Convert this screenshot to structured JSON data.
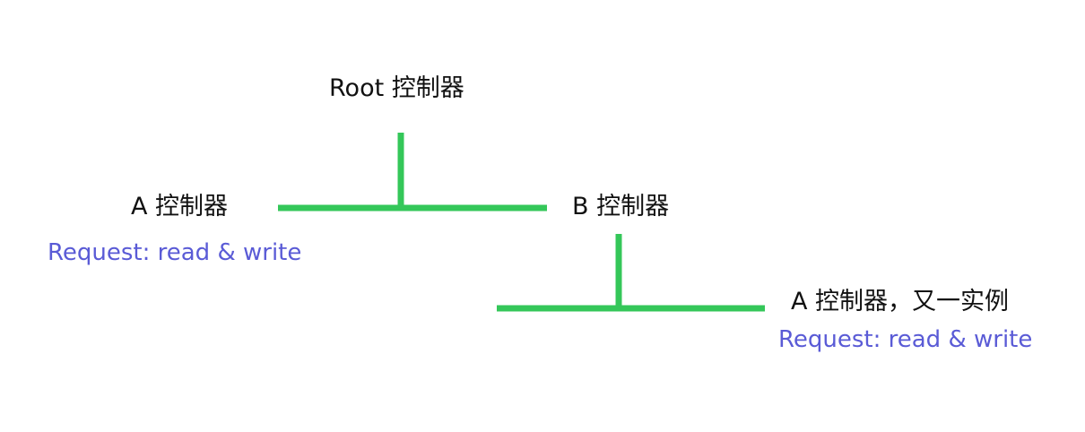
{
  "colors": {
    "connector": "#34C759",
    "node_text": "#111111",
    "request_text": "#5A5BD6",
    "background": "#FFFFFF"
  },
  "nodes": {
    "root": {
      "label": "Root 控制器"
    },
    "a": {
      "label": "A 控制器",
      "request": "Request: read & write"
    },
    "b": {
      "label": "B 控制器"
    },
    "a_instance": {
      "label": "A 控制器，又一实例",
      "request": "Request: read & write"
    }
  },
  "edges": [
    {
      "from": "root",
      "to": "a"
    },
    {
      "from": "root",
      "to": "b"
    },
    {
      "from": "b",
      "to": "a_instance"
    }
  ]
}
